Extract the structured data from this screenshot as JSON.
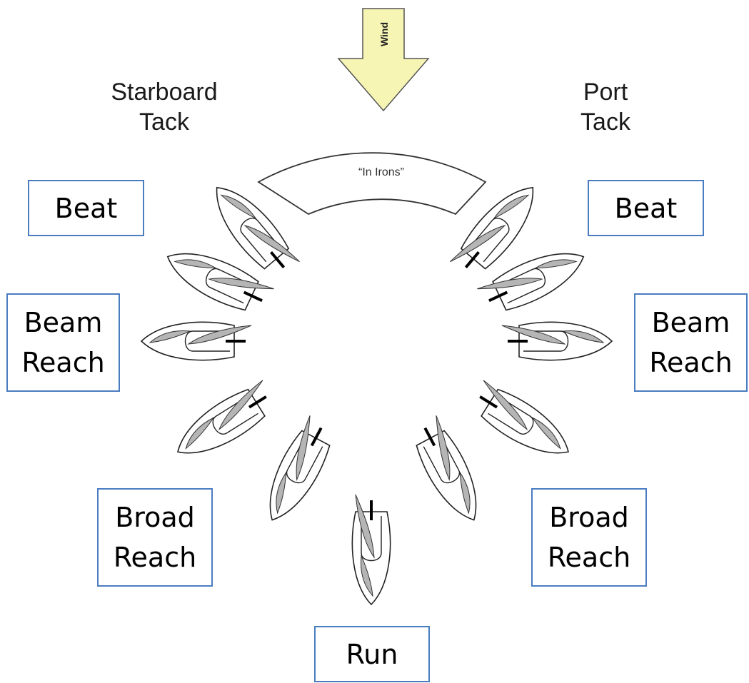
{
  "wind": {
    "label": "Wind"
  },
  "no_go_zone": {
    "label": "“In Irons”"
  },
  "headings": {
    "starboard": {
      "line1": "Starboard",
      "line2": "Tack"
    },
    "port": {
      "line1": "Port",
      "line2": "Tack"
    }
  },
  "points_of_sail": {
    "starboard_beat": {
      "line1": "Beat"
    },
    "port_beat": {
      "line1": "Beat"
    },
    "starboard_beam_reach": {
      "line1": "Beam",
      "line2": "Reach"
    },
    "port_beam_reach": {
      "line1": "Beam",
      "line2": "Reach"
    },
    "starboard_broad_reach": {
      "line1": "Broad",
      "line2": "Reach"
    },
    "port_broad_reach": {
      "line1": "Broad",
      "line2": "Reach"
    },
    "run": {
      "line1": "Run"
    }
  },
  "colors": {
    "wind_arrow_fill": "#f7f5b4",
    "sail_fill": "#b5b5b5",
    "label_border": "#4a7cc0"
  }
}
